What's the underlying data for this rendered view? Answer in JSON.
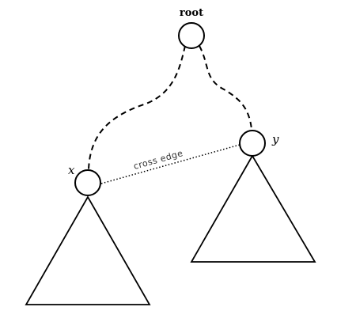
{
  "nodes": {
    "root": {
      "label": "root"
    },
    "x": {
      "label": "x"
    },
    "y": {
      "label": "y"
    }
  },
  "edges": {
    "cross": {
      "label": "cross edge"
    }
  },
  "colors": {
    "stroke": "#000000",
    "background": "#ffffff"
  }
}
